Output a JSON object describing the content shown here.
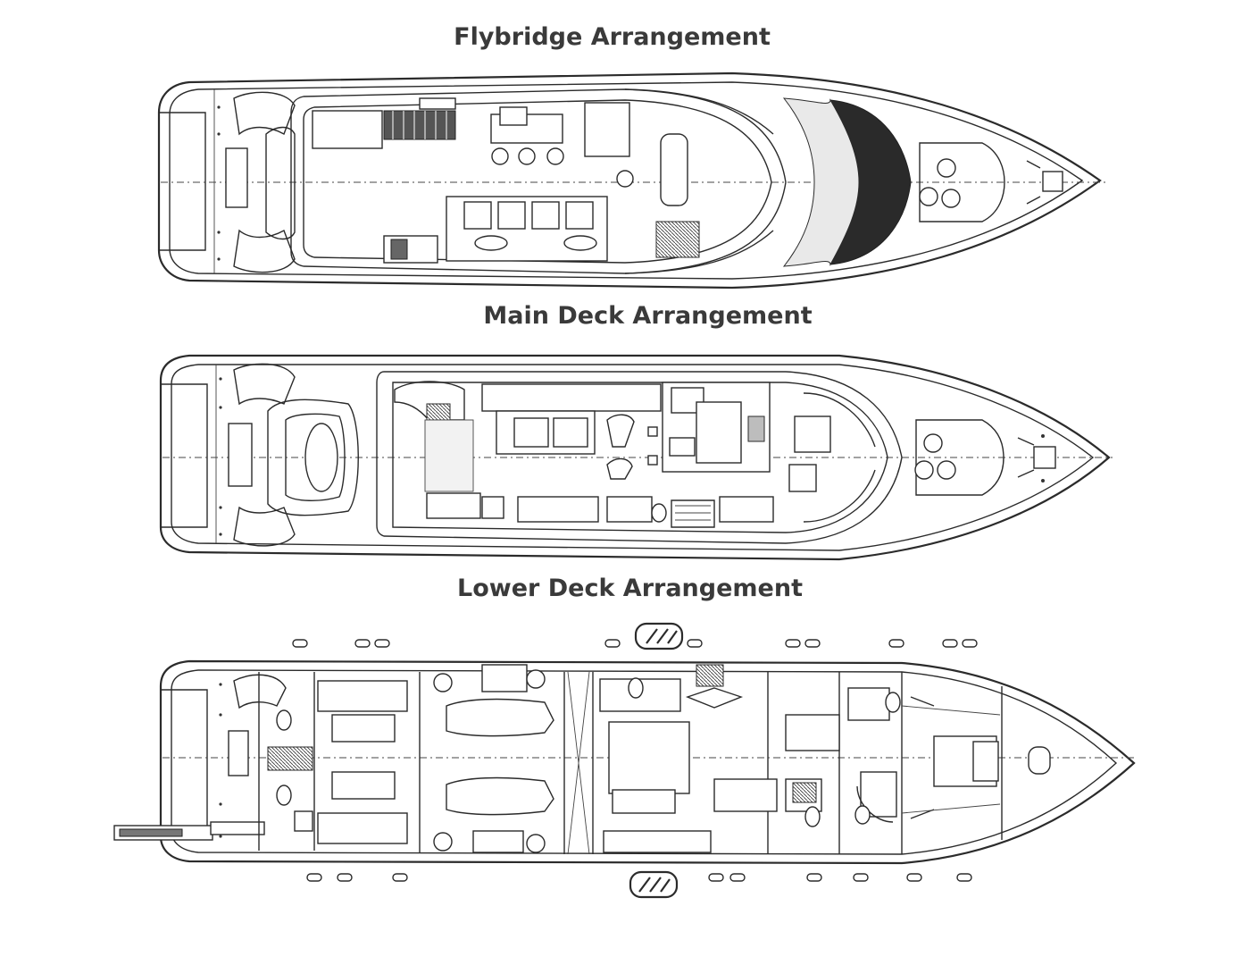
{
  "titles": {
    "flybridge": "Flybridge Arrangement",
    "main_deck": "Main Deck Arrangement",
    "lower_deck": "Lower Deck Arrangement"
  },
  "colors": {
    "ink": "#2b2b2b",
    "title": "#3a3a3a",
    "background": "#ffffff"
  }
}
